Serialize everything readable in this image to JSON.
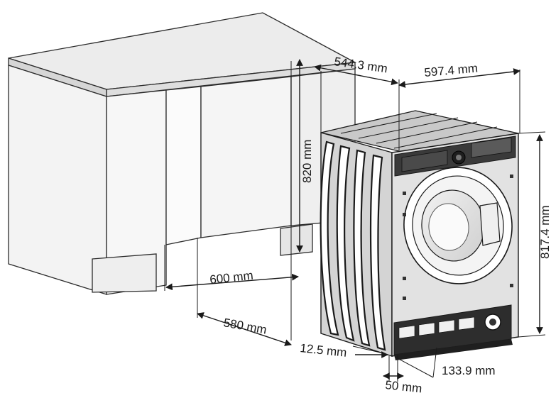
{
  "dimensions": {
    "cabinet_height": "820 mm",
    "cabinet_depth": "600 mm",
    "recess_depth": "580 mm",
    "machine_depth": "544.3 mm",
    "machine_width": "597.4 mm",
    "machine_height": "817.4 mm",
    "side_offset": "12.5 mm",
    "kick_height": "50 mm",
    "door_offset": "133.9 mm"
  },
  "colors": {
    "line": "#1a1a1a",
    "cabinet_fill": "#f4f4f4",
    "cabinet_top": "#ebebeb",
    "machine_body": "#dcdcdc",
    "machine_dark": "#2a2a2a"
  }
}
